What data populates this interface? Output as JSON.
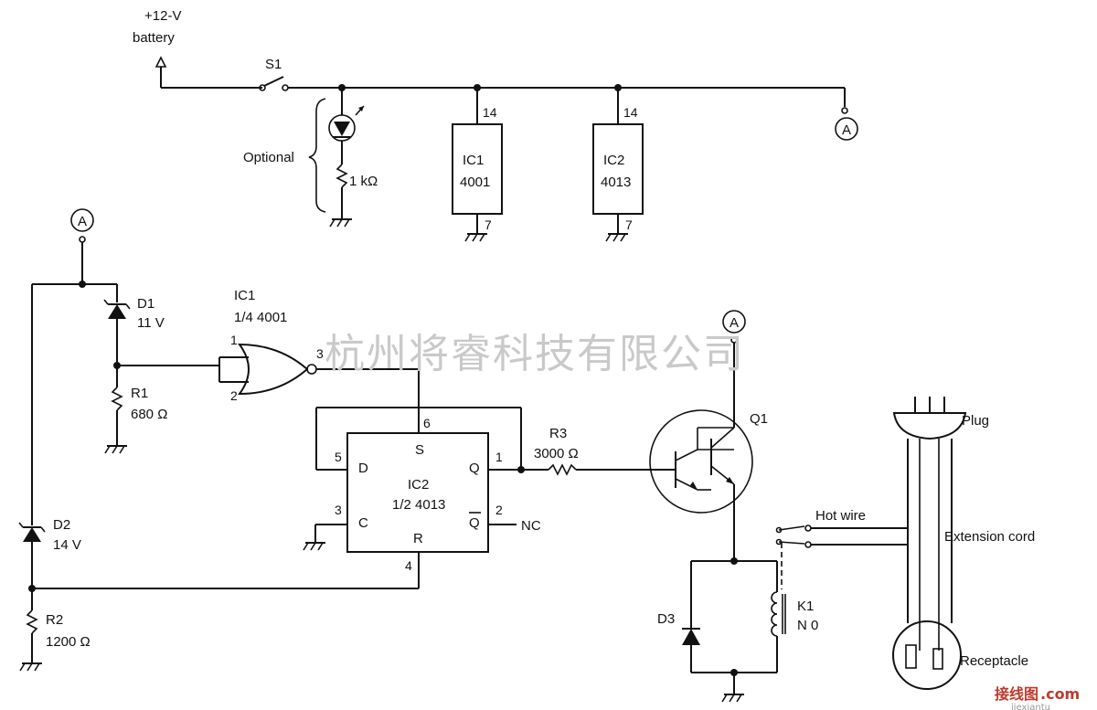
{
  "supply": {
    "line1": "+12-V",
    "line2": "battery"
  },
  "switch_label": "S1",
  "optional_label": "Optional",
  "resistor_1k": "1 kΩ",
  "node_a": "A",
  "ic1_top": {
    "name": "IC1",
    "part": "4001",
    "pin_vcc": "14",
    "pin_gnd": "7"
  },
  "ic2_top": {
    "name": "IC2",
    "part": "4013",
    "pin_vcc": "14",
    "pin_gnd": "7"
  },
  "d1": {
    "name": "D1",
    "value": "11 V"
  },
  "r1": {
    "name": "R1",
    "value": "680 Ω"
  },
  "d2": {
    "name": "D2",
    "value": "14 V"
  },
  "r2": {
    "name": "R2",
    "value": "1200 Ω"
  },
  "nor_gate": {
    "name": "IC1",
    "part": "1/4 4001",
    "pin1": "1",
    "pin2": "2",
    "pin3": "3"
  },
  "flipflop": {
    "name": "IC2",
    "part": "1/2 4013",
    "s": "S",
    "d": "D",
    "c": "C",
    "r": "R",
    "q": "Q",
    "qbar": "Q",
    "nc": "NC",
    "pin6": "6",
    "pin5": "5",
    "pin3": "3",
    "pin4": "4",
    "pin1": "1",
    "pin2": "2"
  },
  "r3": {
    "name": "R3",
    "value": "3000 Ω"
  },
  "q1": "Q1",
  "d3": "D3",
  "k1": {
    "name": "K1",
    "value": "N 0"
  },
  "hot_wire": "Hot wire",
  "plug": "Plug",
  "extension_cord": "Extension cord",
  "receptacle": "Receptacle",
  "watermark": "杭州将睿科技有限公司",
  "corner_logo": {
    "cn": "接线图",
    "com": ".com",
    "site": "jiexiantu"
  }
}
